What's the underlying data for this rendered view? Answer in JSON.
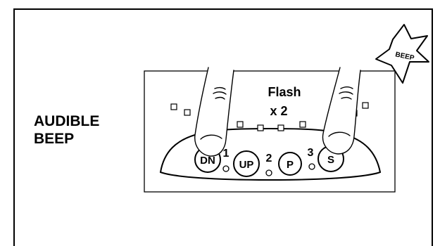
{
  "caption": {
    "line1": "AUDIBLE",
    "line2": "BEEP"
  },
  "burst_label": "BEEP",
  "flash_text": {
    "line1": "Flash",
    "line2": "x 2"
  },
  "buttons": [
    {
      "label": "DN",
      "index": "1"
    },
    {
      "label": "UP",
      "index": "2"
    },
    {
      "label": "P",
      "index": "3"
    },
    {
      "label": "S"
    }
  ],
  "indicator_leds": 8,
  "pressed_buttons": [
    "DN",
    "S"
  ],
  "colors": {
    "ink": "#000000",
    "background": "#ffffff"
  }
}
